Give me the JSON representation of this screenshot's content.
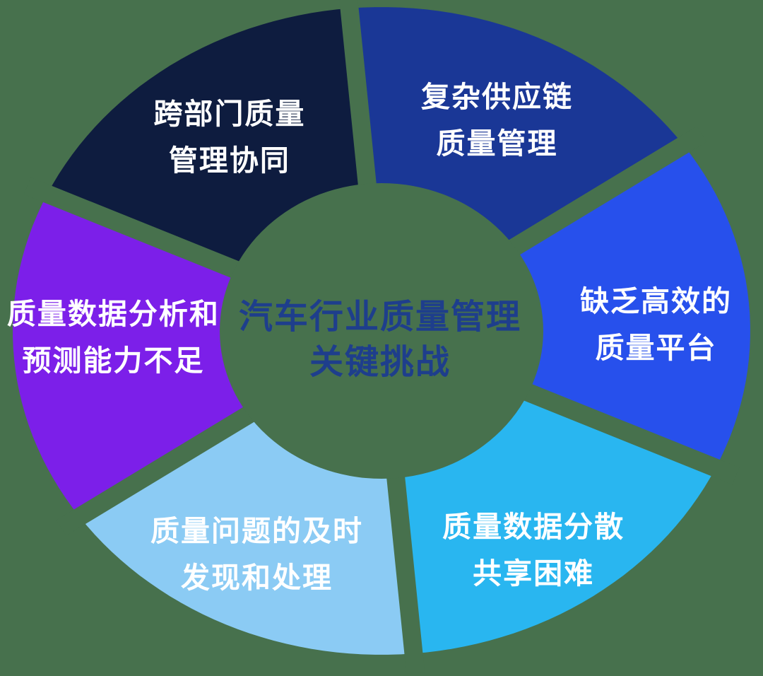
{
  "background_color": "#47714D",
  "title": {
    "line1": "汽车行业质量管理",
    "line2": "关键挑战",
    "color": "#1E3E8C"
  },
  "segment_label_color": "#FFFFFF",
  "segments": [
    {
      "id": "cross-department-quality-collaboration",
      "position": "top-left",
      "line1": "跨部门质量",
      "line2": "管理协同",
      "color": "#0E1C3F"
    },
    {
      "id": "complex-supply-chain-quality",
      "position": "top-right",
      "line1": "复杂供应链",
      "line2": "质量管理",
      "color": "#1A3796"
    },
    {
      "id": "lack-of-efficient-quality-platform",
      "position": "right",
      "line1": "缺乏高效的",
      "line2": "质量平台",
      "color": "#2750EC"
    },
    {
      "id": "quality-data-scattered-hard-to-share",
      "position": "bottom-right",
      "line1": "质量数据分散",
      "line2": "共享困难",
      "color": "#29B6F0"
    },
    {
      "id": "timely-issue-detection-and-handling",
      "position": "bottom-left",
      "line1": "质量问题的及时",
      "line2": "发现和处理",
      "color": "#8BCBF4"
    },
    {
      "id": "insufficient-analysis-and-prediction",
      "position": "left",
      "line1": "质量数据分析和",
      "line2": "预测能力不足",
      "color": "#7C1FE9"
    }
  ]
}
